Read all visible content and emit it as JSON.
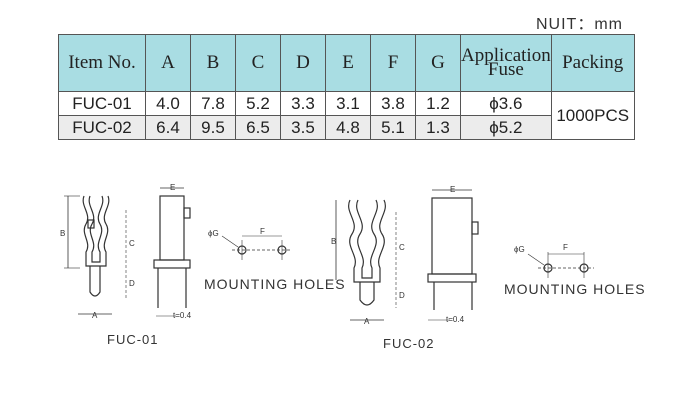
{
  "unit_label": "NUIT：mm",
  "table": {
    "headers": {
      "item": "Item No.",
      "A": "A",
      "B": "B",
      "C": "C",
      "D": "D",
      "E": "E",
      "F": "F",
      "G": "G",
      "application_line1": "Application",
      "application_line2": "Fuse",
      "packing": "Packing"
    },
    "rows": [
      {
        "item": "FUC-01",
        "A": "4.0",
        "B": "7.8",
        "C": "5.2",
        "D": "3.3",
        "E": "3.1",
        "F": "3.8",
        "G": "1.2",
        "fuse": "ϕ3.6"
      },
      {
        "item": "FUC-02",
        "A": "6.4",
        "B": "9.5",
        "C": "6.5",
        "D": "3.5",
        "E": "4.8",
        "F": "5.1",
        "G": "1.3",
        "fuse": "ϕ5.2"
      }
    ],
    "packing_value": "1000PCS"
  },
  "drawings": {
    "fuc01_caption": "FUC-01",
    "fuc02_caption": "FUC-02",
    "mounting_holes_1": "MOUNTING HOLES",
    "mounting_holes_2": "MOUNTING HOLES",
    "dim_letters": {
      "A": "A",
      "B": "B",
      "C": "C",
      "D": "D",
      "E": "E",
      "F": "F",
      "G": "ϕG"
    },
    "thickness_1": "t=0.4",
    "thickness_2": "t=0.4"
  }
}
